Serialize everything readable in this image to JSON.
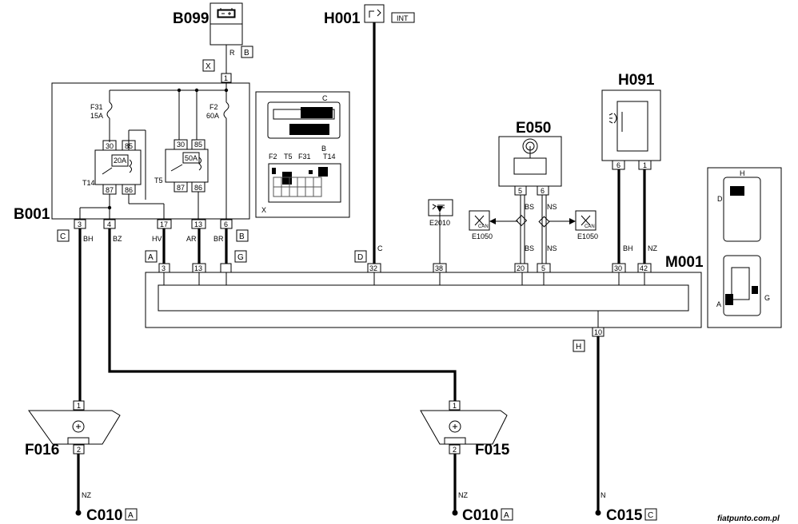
{
  "components": {
    "b099": "B099",
    "h001": "H001",
    "h001_tag": "INT",
    "b001": "B001",
    "e050": "E050",
    "h091": "H091",
    "m001": "M001",
    "e2010": "E2010",
    "e1050_left": "E1050",
    "e1050_right": "E1050",
    "f016": "F016",
    "f015": "F015",
    "can": "CAN"
  },
  "fuses": {
    "f31_name": "F31",
    "f31_rating": "15A",
    "f2_name": "F2",
    "f2_rating": "60A"
  },
  "relays": {
    "t14": {
      "name": "T14",
      "rating": "20A",
      "p30": "30",
      "p85": "85",
      "p87": "87",
      "p86": "86"
    },
    "t5": {
      "name": "T5",
      "rating": "50A",
      "p30": "30",
      "p85": "85",
      "p87": "87",
      "p86": "86"
    }
  },
  "inset_fusebox": {
    "c": "C",
    "b": "B",
    "f2": "F2",
    "t5": "T5",
    "f31": "F31",
    "t14": "T14",
    "x": "X"
  },
  "inset_right": {
    "h": "H",
    "d": "D",
    "a": "A",
    "g": "G"
  },
  "connectors": {
    "x": "X",
    "b_top": "B",
    "c": "C",
    "b_mid": "B",
    "a": "A",
    "g": "G",
    "d": "D",
    "h": "H"
  },
  "pins": {
    "b099_r": "R",
    "b001_in": "1",
    "b001_3": "3",
    "b001_4": "4",
    "b001_17": "17",
    "b001_13": "13",
    "b001_6": "6",
    "m_3": "3",
    "m_13": "13",
    "m_32": "32",
    "m_38": "38",
    "m_20": "20",
    "m_5": "5",
    "m_30": "30",
    "m_42": "42",
    "m_10": "10",
    "e050_5": "5",
    "e050_6": "6",
    "h091_6": "6",
    "h091_1": "1",
    "f016_1": "1",
    "f016_2": "2",
    "f015_1": "1",
    "f015_2": "2"
  },
  "wires": {
    "bh": "BH",
    "bz": "BZ",
    "hv": "HV",
    "ar": "AR",
    "br": "BR",
    "c": "C",
    "bs_top": "BS",
    "bs_bot": "BS",
    "ns_top": "NS",
    "ns_bot": "NS",
    "h091_bh": "BH",
    "h091_nz": "NZ",
    "nz_left": "NZ",
    "nz_mid": "NZ",
    "n": "N"
  },
  "grounds": {
    "c010_a": "C010",
    "c010_a_tag": "A",
    "c010_b": "C010",
    "c010_b_tag": "A",
    "c015": "C015",
    "c015_tag": "C"
  },
  "watermark": "fiatpunto.com.pl"
}
